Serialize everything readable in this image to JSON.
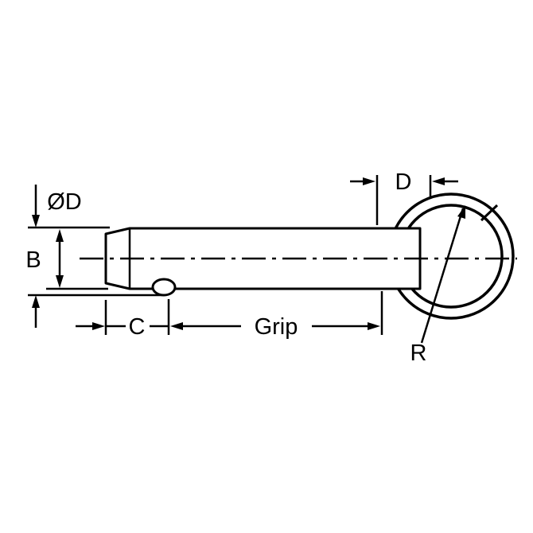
{
  "dim_labels": {
    "od": "ØD",
    "b": "B",
    "d": "D",
    "c": "C",
    "grip": "Grip",
    "r": "R"
  },
  "colors": {
    "line": "#000000",
    "background": "#ffffff"
  }
}
